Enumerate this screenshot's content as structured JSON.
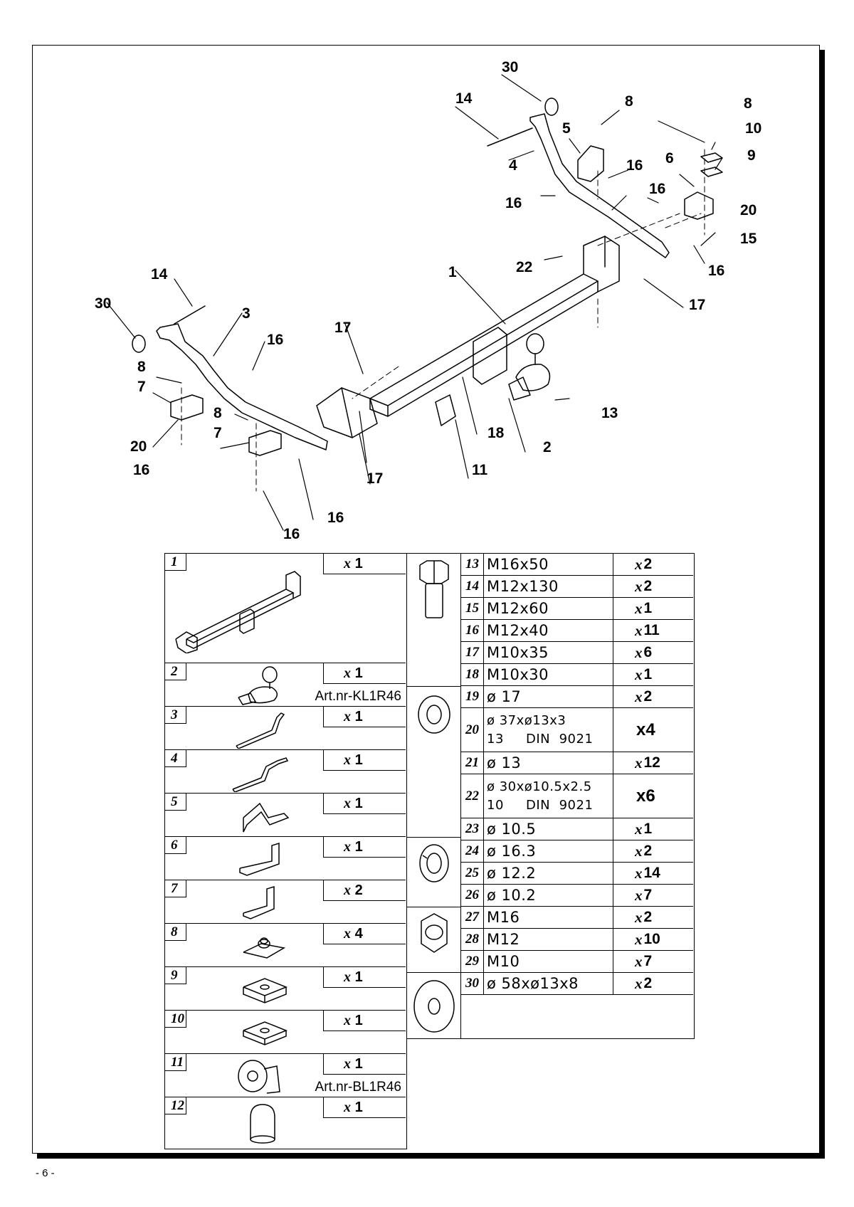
{
  "page_number": "- 6 -",
  "callouts": [
    {
      "id": "c30a",
      "text": "30"
    },
    {
      "id": "c14a",
      "text": "14"
    },
    {
      "id": "c8a",
      "text": "8"
    },
    {
      "id": "c8b",
      "text": "8"
    },
    {
      "id": "c5",
      "text": "5"
    },
    {
      "id": "c10",
      "text": "10"
    },
    {
      "id": "c4",
      "text": "4"
    },
    {
      "id": "c16a",
      "text": "16"
    },
    {
      "id": "c6",
      "text": "6"
    },
    {
      "id": "c9",
      "text": "9"
    },
    {
      "id": "c16b",
      "text": "16"
    },
    {
      "id": "c16c",
      "text": "16"
    },
    {
      "id": "c20a",
      "text": "20"
    },
    {
      "id": "c15",
      "text": "15"
    },
    {
      "id": "c1",
      "text": "1"
    },
    {
      "id": "c22",
      "text": "22"
    },
    {
      "id": "c16d",
      "text": "16"
    },
    {
      "id": "c14b",
      "text": "14"
    },
    {
      "id": "c17a",
      "text": "17"
    },
    {
      "id": "c30b",
      "text": "30"
    },
    {
      "id": "c3",
      "text": "3"
    },
    {
      "id": "c17b",
      "text": "17"
    },
    {
      "id": "c16e",
      "text": "16"
    },
    {
      "id": "c8c",
      "text": "8"
    },
    {
      "id": "c7a",
      "text": "7"
    },
    {
      "id": "c8d",
      "text": "8"
    },
    {
      "id": "c13",
      "text": "13"
    },
    {
      "id": "c7b",
      "text": "7"
    },
    {
      "id": "c18",
      "text": "18"
    },
    {
      "id": "c20b",
      "text": "20"
    },
    {
      "id": "c2",
      "text": "2"
    },
    {
      "id": "c16f",
      "text": "16"
    },
    {
      "id": "c17c",
      "text": "17"
    },
    {
      "id": "c11",
      "text": "11"
    },
    {
      "id": "c16g",
      "text": "16"
    },
    {
      "id": "c16h",
      "text": "16"
    }
  ],
  "parts": [
    {
      "num": "1",
      "qty": "1",
      "art": ""
    },
    {
      "num": "2",
      "qty": "1",
      "art": "Art.nr-KL1R46"
    },
    {
      "num": "3",
      "qty": "1",
      "art": ""
    },
    {
      "num": "4",
      "qty": "1",
      "art": ""
    },
    {
      "num": "5",
      "qty": "1",
      "art": ""
    },
    {
      "num": "6",
      "qty": "1",
      "art": ""
    },
    {
      "num": "7",
      "qty": "2",
      "art": ""
    },
    {
      "num": "8",
      "qty": "4",
      "art": ""
    },
    {
      "num": "9",
      "qty": "1",
      "art": ""
    },
    {
      "num": "10",
      "qty": "1",
      "art": ""
    },
    {
      "num": "11",
      "qty": "1",
      "art": "Art.nr-BL1R46"
    },
    {
      "num": "12",
      "qty": "1",
      "art": ""
    }
  ],
  "qty_prefix": "x",
  "hardware": [
    {
      "num": "13",
      "desc": "M16x50",
      "desc2": "",
      "qty": "2",
      "prefix": "x"
    },
    {
      "num": "14",
      "desc": "M12x130",
      "desc2": "",
      "qty": "2",
      "prefix": "x"
    },
    {
      "num": "15",
      "desc": "M12x60",
      "desc2": "",
      "qty": "1",
      "prefix": "x"
    },
    {
      "num": "16",
      "desc": "M12x40",
      "desc2": "",
      "qty": "11",
      "prefix": "x"
    },
    {
      "num": "17",
      "desc": "M10x35",
      "desc2": "",
      "qty": "6",
      "prefix": "x"
    },
    {
      "num": "18",
      "desc": "M10x30",
      "desc2": "",
      "qty": "1",
      "prefix": "x"
    },
    {
      "num": "19",
      "desc": "ø 17",
      "desc2": "",
      "qty": "2",
      "prefix": "x"
    },
    {
      "num": "20",
      "desc": "ø 37xø13x3",
      "desc2": "13     DIN  9021",
      "qty": "x4",
      "prefix": ""
    },
    {
      "num": "21",
      "desc": "ø 13",
      "desc2": "",
      "qty": "12",
      "prefix": "x"
    },
    {
      "num": "22",
      "desc": "ø 30xø10.5x2.5",
      "desc2": "10     DIN  9021",
      "qty": "x6",
      "prefix": ""
    },
    {
      "num": "23",
      "desc": "ø 10.5",
      "desc2": "",
      "qty": "1",
      "prefix": "x"
    },
    {
      "num": "24",
      "desc": "ø 16.3",
      "desc2": "",
      "qty": "2",
      "prefix": "x"
    },
    {
      "num": "25",
      "desc": "ø 12.2",
      "desc2": "",
      "qty": "14",
      "prefix": "x"
    },
    {
      "num": "26",
      "desc": "ø 10.2",
      "desc2": "",
      "qty": "7",
      "prefix": "x"
    },
    {
      "num": "27",
      "desc": "M16",
      "desc2": "",
      "qty": "2",
      "prefix": "x"
    },
    {
      "num": "28",
      "desc": "M12",
      "desc2": "",
      "qty": "10",
      "prefix": "x"
    },
    {
      "num": "29",
      "desc": "M10",
      "desc2": "",
      "qty": "7",
      "prefix": "x"
    },
    {
      "num": "30",
      "desc": "ø 58xø13x8",
      "desc2": "",
      "qty": "2",
      "prefix": "x"
    }
  ]
}
